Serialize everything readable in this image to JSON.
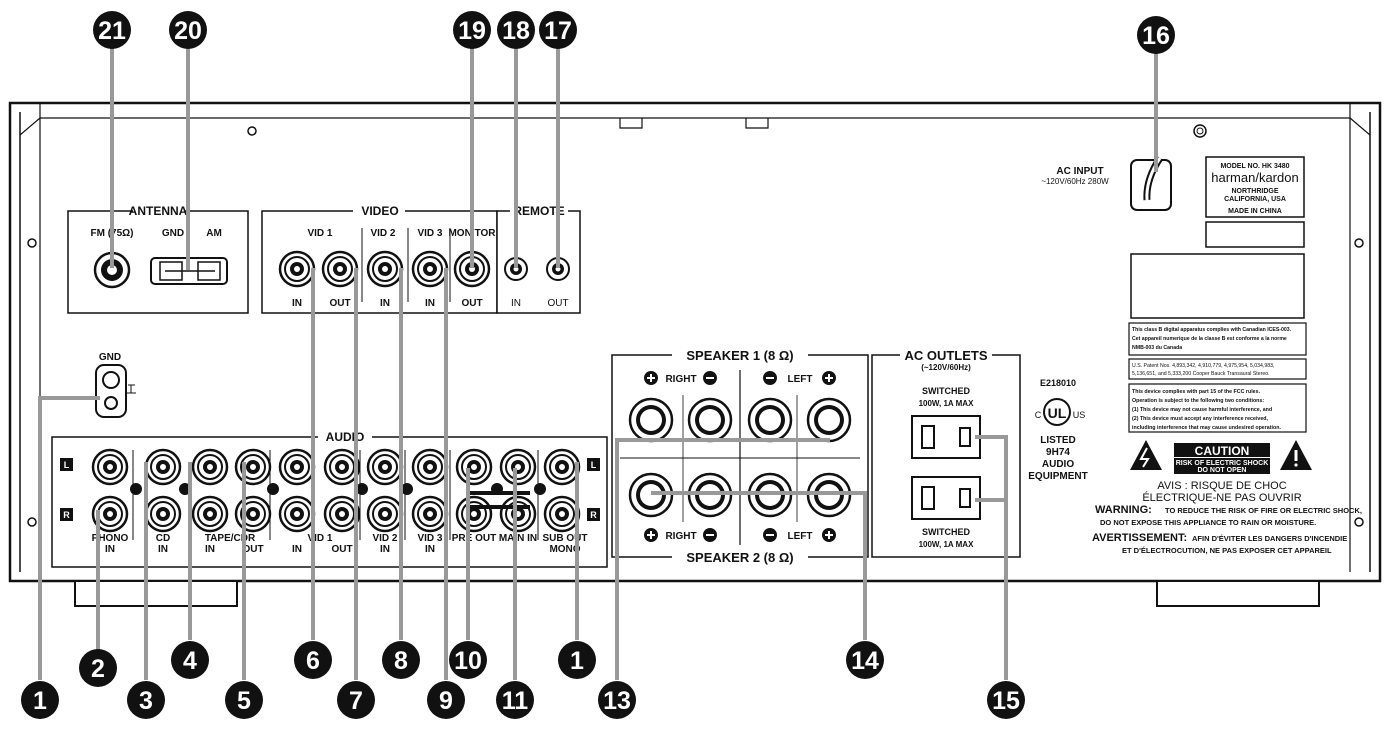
{
  "panel": {
    "antenna": {
      "title": "ANTENNA",
      "fm": "FM (75Ω)",
      "gnd": "GND",
      "am": "AM"
    },
    "video": {
      "title": "VIDEO",
      "vid1": "VID 1",
      "vid2": "VID 2",
      "vid3": "VID 3",
      "monitor": "MONITOR",
      "in": "IN",
      "out": "OUT"
    },
    "remote": {
      "title": "REMOTE",
      "in": "IN",
      "out": "OUT"
    },
    "gnd_post": "GND",
    "audio": {
      "title": "AUDIO",
      "l": "L",
      "r": "R",
      "phono": "PHONO",
      "phono_in": "IN",
      "cd": "CD",
      "cd_in": "IN",
      "tape": "TAPE/CDR",
      "in": "IN",
      "out": "OUT",
      "vid1": "VID 1",
      "vid2": "VID 2",
      "vid3": "VID 3",
      "preout": "PRE OUT",
      "mainin": "MAIN IN",
      "subout": "SUB OUT",
      "mono": "MONO"
    },
    "speaker1": {
      "title": "SPEAKER 1 (8 Ω)",
      "right": "RIGHT",
      "left": "LEFT"
    },
    "speaker2": {
      "title": "SPEAKER 2 (8 Ω)",
      "right": "RIGHT",
      "left": "LEFT"
    },
    "ac_outlets": {
      "title": "AC OUTLETS",
      "sub": "(~120V/60Hz)",
      "switched": "SWITCHED",
      "rating": "100W, 1A MAX"
    },
    "ac_input": {
      "title": "AC INPUT",
      "spec": "~120V/60Hz 280W"
    },
    "model_label": {
      "model": "MODEL NO.  HK 3480",
      "brand": "harman/kardon",
      "city": "NORTHRIDGE",
      "state": "CALIFORNIA, USA",
      "made": "MADE IN CHINA"
    },
    "canada": [
      "This class B digital apparatus complies with Canadian ICES-003.",
      "Cet appareil numerique de la classe B est conforme a la norme",
      "NMB-003 du Canada"
    ],
    "patent": [
      "U.S. Patent Nos. 4,893,342, 4,910,779, 4,975,954, 5,034,983,",
      "5,136,651, and 5,333,200 Cooper Bauck Transaural Stereo."
    ],
    "fcc": [
      "This device complies with part 15 of the FCC rules.",
      "Operation is subject to the following two conditions:",
      "(1) This device may not cause harmful interference, and",
      "(2) This device must accept any interference received,",
      "including interference that may cause undesired operation."
    ],
    "ul": {
      "file": "E218010",
      "c": "C",
      "us": "US",
      "mark": "UL",
      "listed": "LISTED",
      "code": "9H74",
      "cat1": "AUDIO",
      "cat2": "EQUIPMENT"
    },
    "caution": {
      "title": "CAUTION",
      "line1": "RISK OF ELECTRIC SHOCK",
      "line2": "DO NOT OPEN"
    },
    "avis": [
      "AVIS : RISQUE DE CHOC",
      "ÉLECTRIQUE-NE PAS OUVRIR"
    ],
    "warning": {
      "label": "WARNING:",
      "text1": "TO REDUCE THE RISK OF FIRE OR ELECTRIC SHOCK,",
      "text2": "DO NOT EXPOSE THIS APPLIANCE TO RAIN OR MOISTURE."
    },
    "avertissement": {
      "label": "AVERTISSEMENT:",
      "text1": "AFIN D'ÉVITER LES DANGERS D'INCENDIE",
      "text2": "ET D'ÉLECTROCUTION, NE PAS EXPOSER CET APPAREIL"
    }
  },
  "callouts": [
    "21",
    "20",
    "19",
    "18",
    "17",
    "16",
    "1",
    "2",
    "3",
    "4",
    "5",
    "6",
    "7",
    "8",
    "9",
    "10",
    "11",
    "1",
    "13",
    "14",
    "15"
  ]
}
